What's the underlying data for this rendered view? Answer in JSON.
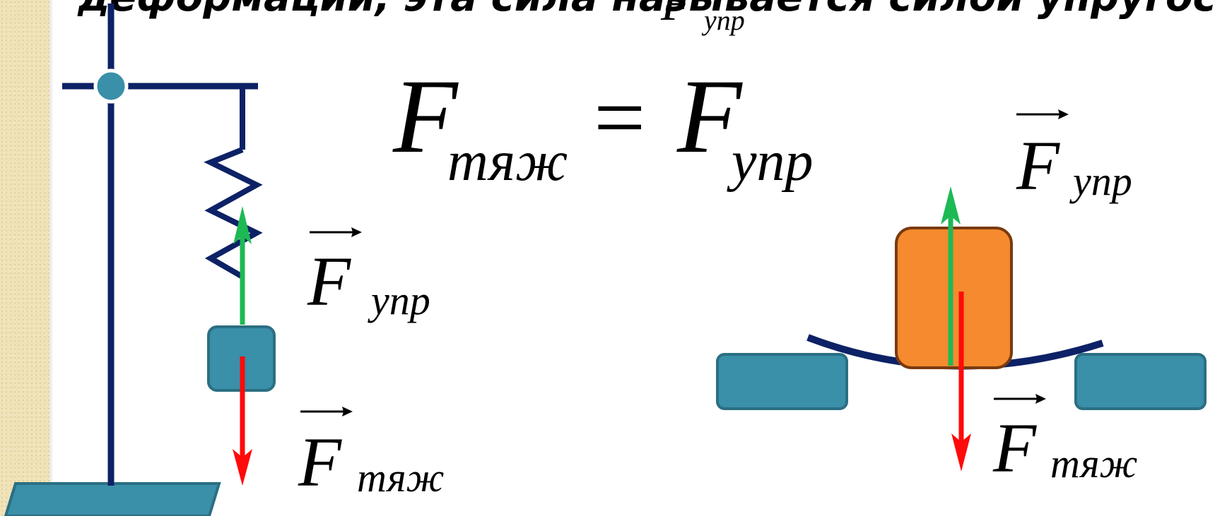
{
  "slide": {
    "title_partial": "деформации, эта сила называется силой упругости",
    "title_overlay": {
      "letter": "F",
      "subscript": "упр"
    }
  },
  "equation": {
    "left": "F",
    "left_sub": "тяж",
    "operator": "=",
    "right": "F",
    "right_sub": "упр"
  },
  "spring_scene": {
    "elastic_label": {
      "letter": "F",
      "subscript": "упр"
    },
    "gravity_label": {
      "letter": "F",
      "subscript": "тяж"
    }
  },
  "beam_scene": {
    "elastic_label": {
      "letter": "F",
      "subscript": "упр"
    },
    "gravity_label": {
      "letter": "F",
      "subscript": "тяж"
    }
  },
  "colors": {
    "stand": "#0d2166",
    "teal": "#3a8fa9",
    "teal_border": "#2b6f83",
    "orange": "#f58a2e",
    "orange_border": "#7a3a10",
    "elastic_arrow": "#1db954",
    "gravity_arrow": "#ff0a0a",
    "strip": "#efe2b8"
  }
}
